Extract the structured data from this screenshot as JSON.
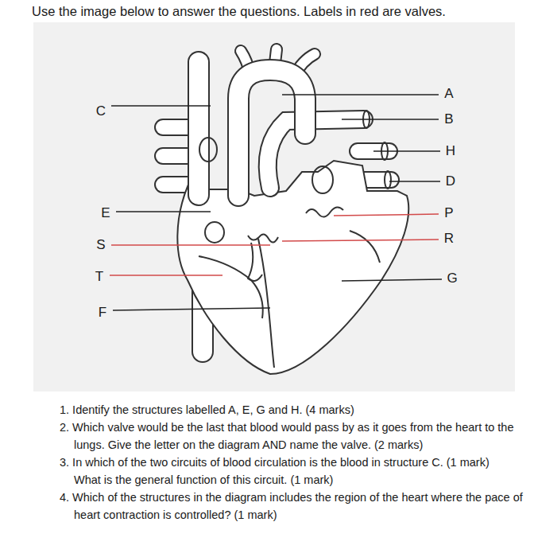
{
  "diagram": {
    "title": "Use the image below to answer the questions. Labels in red are valves.",
    "labels": [
      "A",
      "C",
      "B",
      "H",
      "D",
      "E",
      "P",
      "S",
      "R",
      "T",
      "G",
      "F",
      "1. Identify the structures labelled A, E, G and H. (4 marks)",
      "2. Which valve would be the last that blood would pass by as it goes from the heart to the lungs. Give the letter on the diagram AND name the valve. (2 marks)",
      "3. In which of the two circuits of blood circulation is the blood in structure C. (1 mark)",
      "What is the general function of this circuit. (1 mark)",
      "4. Which of the structures in the diagram includes the region of the heart where the pace of heart contraction is controlled? (1 mark)"
    ]
  }
}
